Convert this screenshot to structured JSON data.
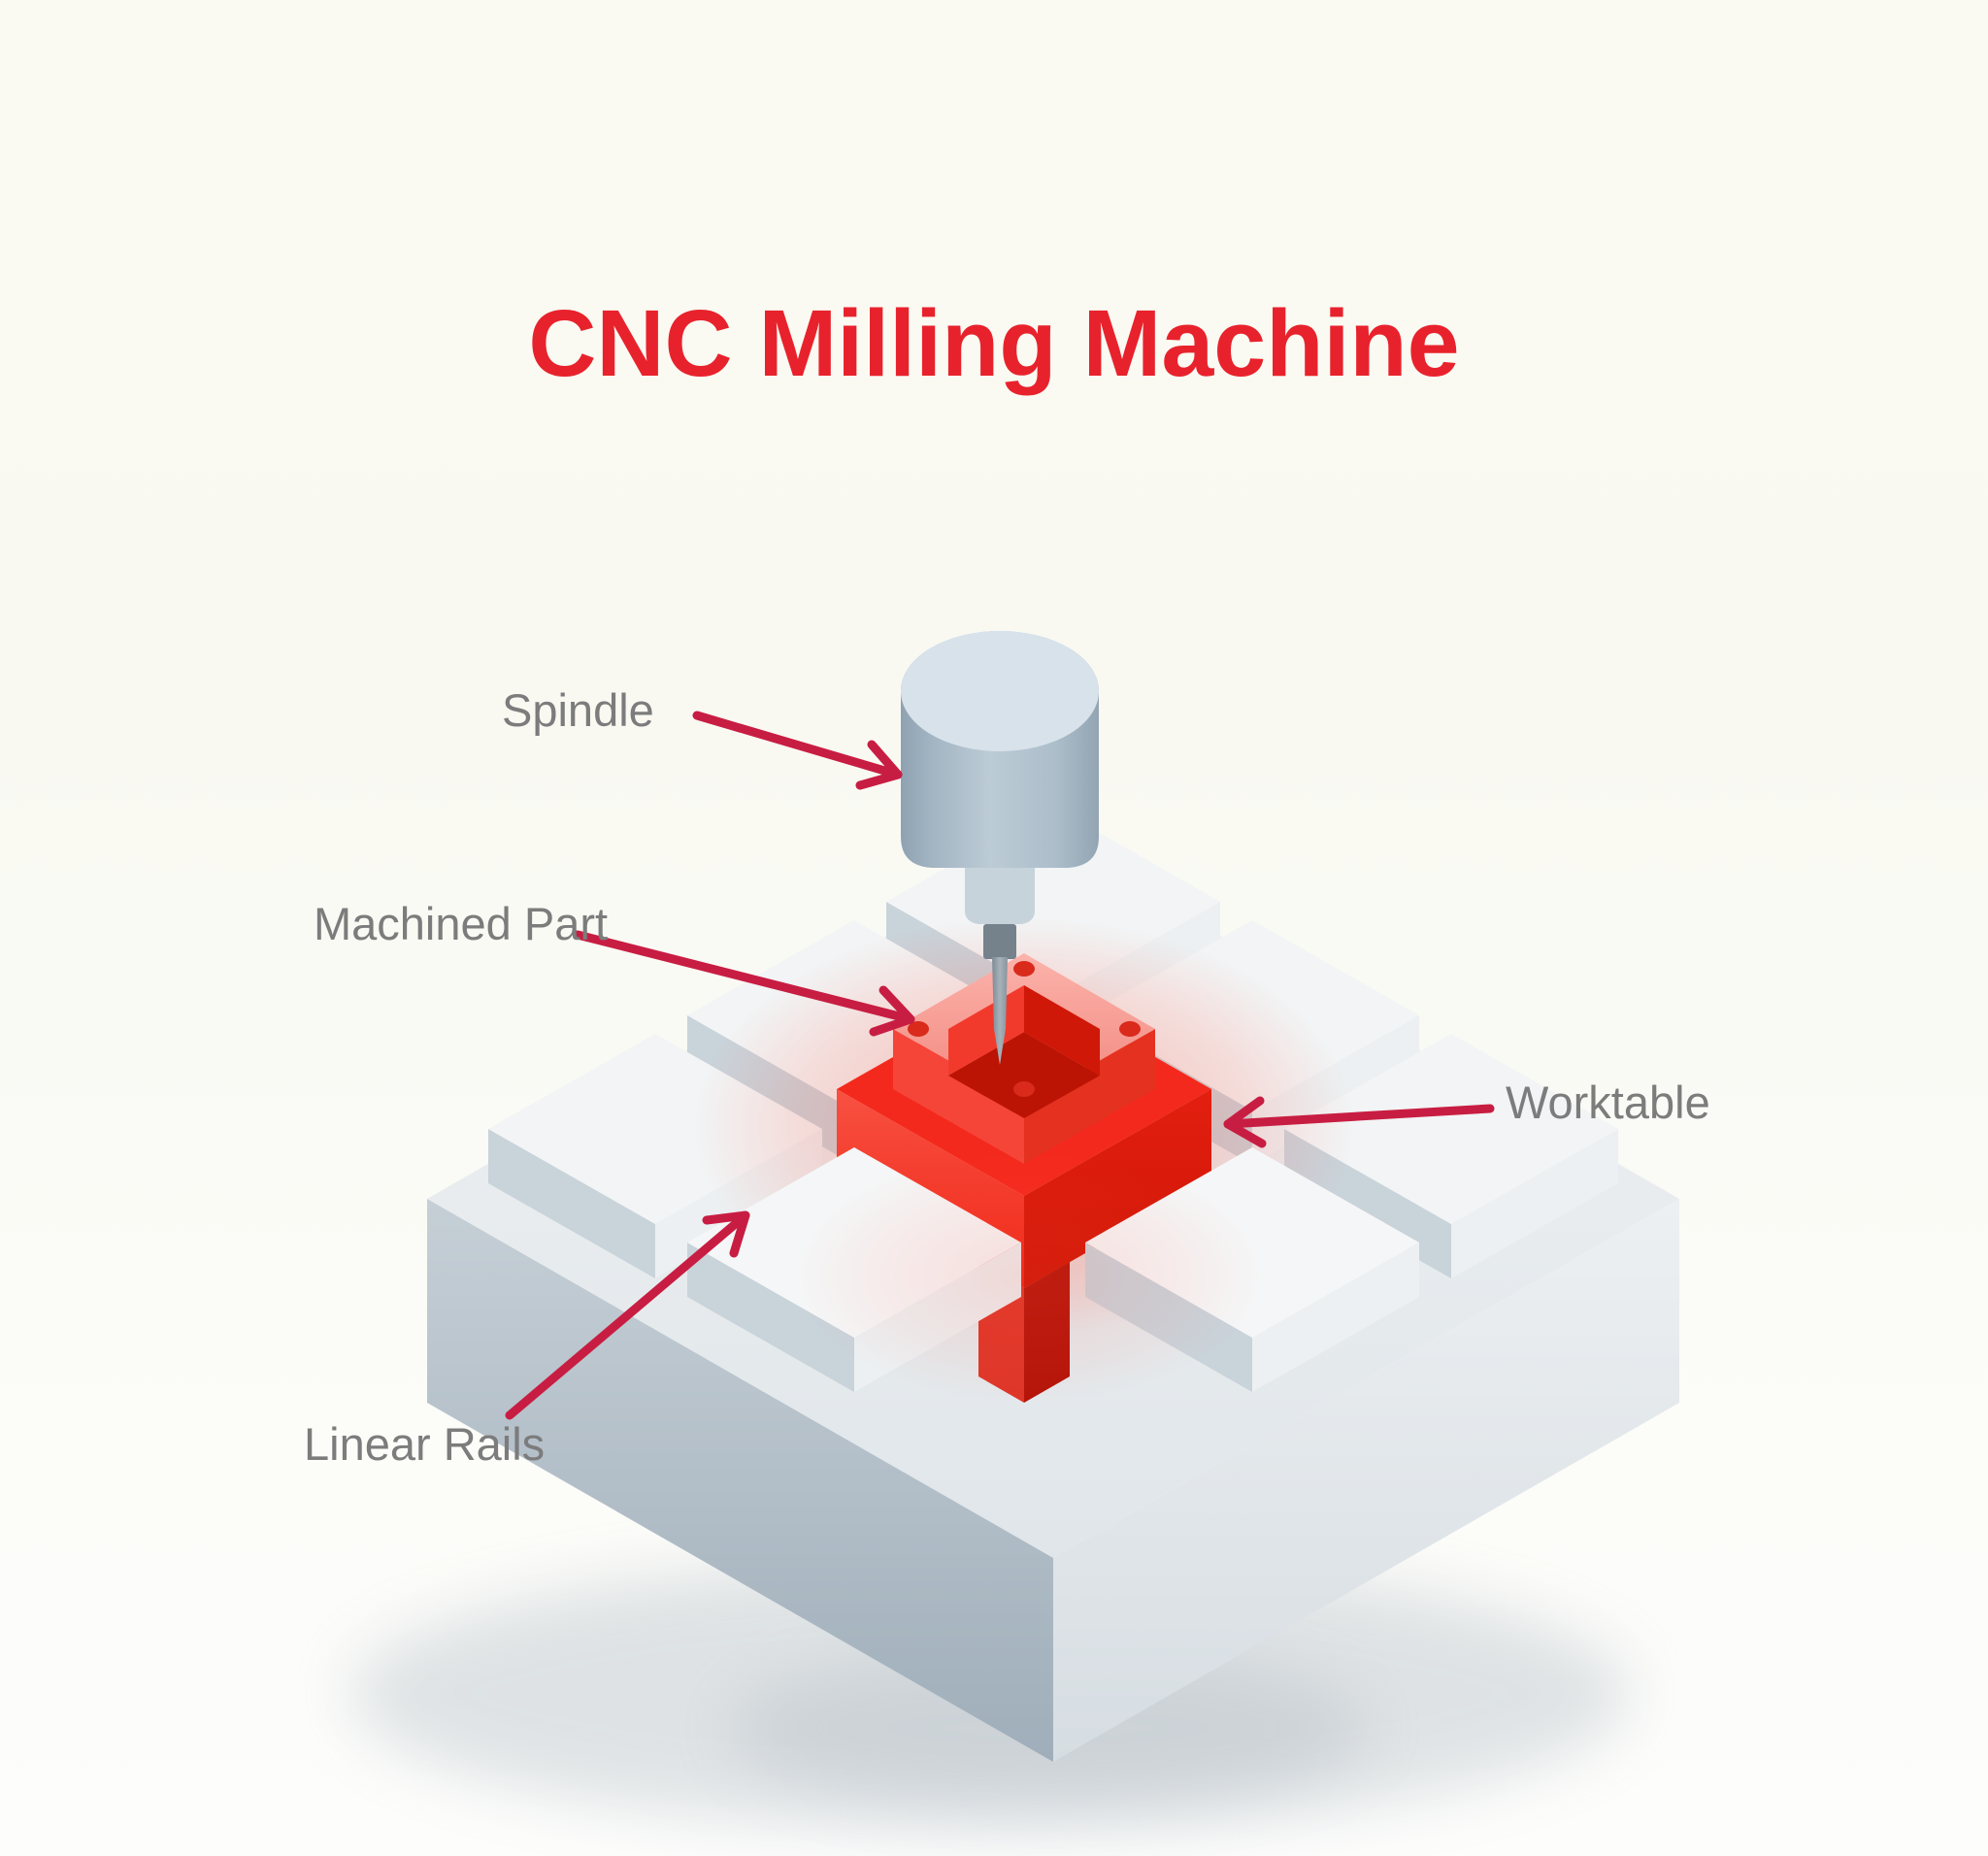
{
  "title": "CNC Milling Machine",
  "labels": {
    "spindle": "Spindle",
    "machined_part": "Machined Part",
    "worktable": "Worktable",
    "linear_rails": "Linear Rails"
  },
  "colors": {
    "background_top": "#FAFAF2",
    "background_bottom": "#FDFDFC",
    "title_red": "#E8222C",
    "label_gray": "#7C7C7C",
    "arrow_crimson": "#C81D42",
    "machine_red_bright": "#F4291D",
    "machine_red_dark": "#C91808",
    "part_salmon": "#F79A90",
    "pocket_dark_red": "#BB1405",
    "spindle_steel": "#AEC0CC",
    "spindle_steel_light": "#D8E2EA",
    "rail_white": "#F2F4F5",
    "base_side_gray": "#A3B1BD"
  },
  "diagram": {
    "type": "isometric-illustration",
    "subject": "CNC milling machine",
    "annotations": [
      {
        "label": "Spindle",
        "points_to": "spindle cylinder"
      },
      {
        "label": "Machined Part",
        "points_to": "red block with milled pocket"
      },
      {
        "label": "Worktable",
        "points_to": "red table under part"
      },
      {
        "label": "Linear Rails",
        "points_to": "white rail block on base"
      }
    ]
  }
}
